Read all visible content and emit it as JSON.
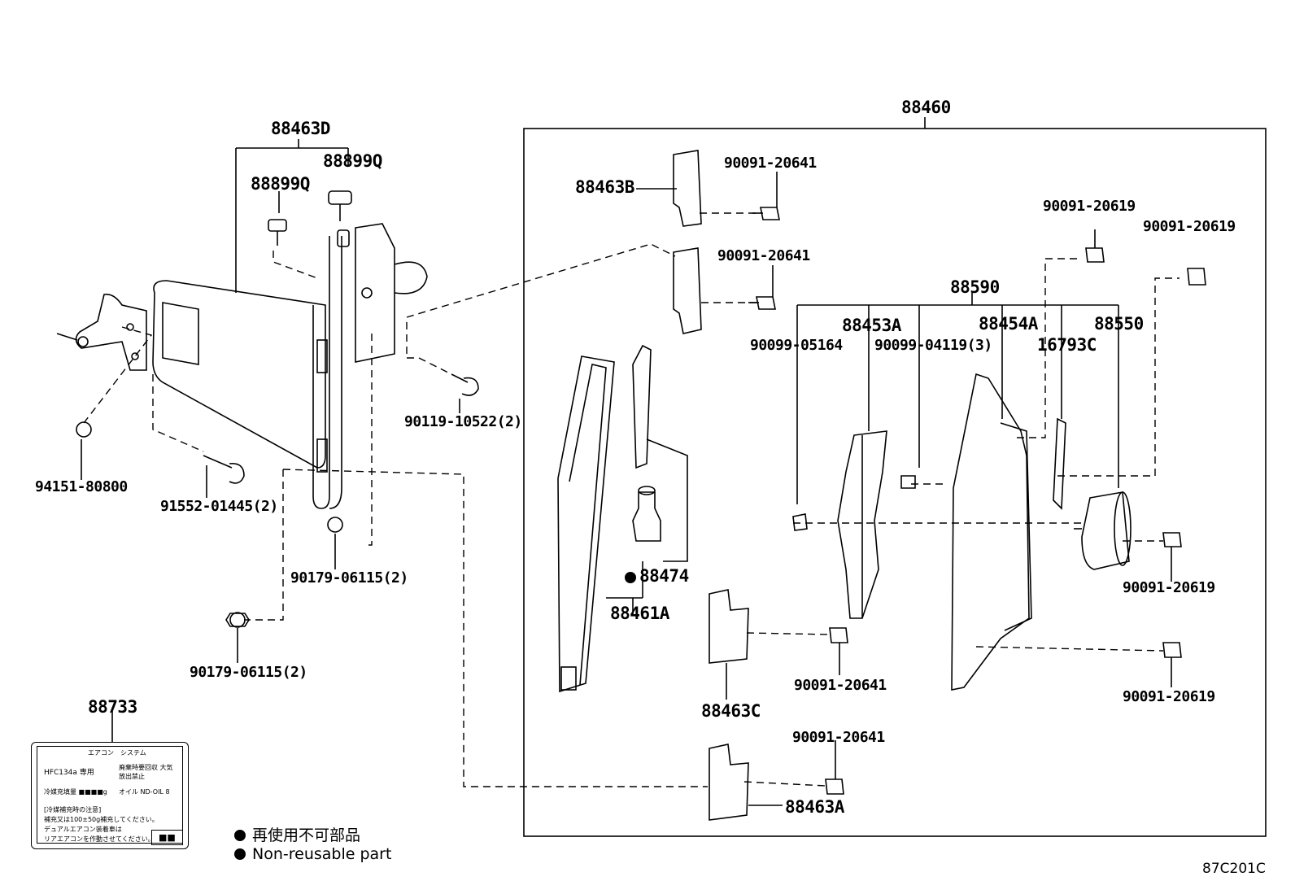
{
  "diagram_title_code": "87C201C",
  "labels": {
    "p88460": "88460",
    "p88463D": "88463D",
    "p88899Q_a": "88899Q",
    "p88899Q_b": "88899Q",
    "p88463B": "88463B",
    "p90091_20641_a": "90091-20641",
    "p90091_20641_b": "90091-20641",
    "p90091_20619_a": "90091-20619",
    "p90091_20619_b": "90091-20619",
    "p88590": "88590",
    "p88453A": "88453A",
    "p88454A": "88454A",
    "p88550": "88550",
    "p90099_05164": "90099-05164",
    "p90099_04119": "90099-04119(3)",
    "p16793C": "16793C",
    "p90119_10522": "90119-10522(2)",
    "p94151_80800": "94151-80800",
    "p91552_01445": "91552-01445(2)",
    "p90179_06115_a": "90179-06115(2)",
    "p90179_06115_b": "90179-06115(2)",
    "p88474": "88474",
    "p88461A": "88461A",
    "p90091_20619_c": "90091-20619",
    "p90091_20641_c": "90091-20641",
    "p90091_20619_d": "90091-20619",
    "p88463C": "88463C",
    "p90091_20641_d": "90091-20641",
    "p88463A": "88463A",
    "p88733": "88733"
  },
  "legend": {
    "jp": "再使用不可部品",
    "en": "Non-reusable part"
  },
  "ac_label": {
    "title": "エアコン　システム",
    "refrigerant": "HFC134a 専用",
    "recovery": "廃棄時要回収 大気放出禁止",
    "charge": "冷媒充填量 ■■■■g",
    "oil": "オイル ND-OIL 8",
    "note_title": "[冷媒補充時の注意]",
    "note1": "補充又は100±50g補充してください。",
    "note2": "デュアルエアコン装着車は",
    "note3": "リアエアコンを作動させてください。",
    "badge": "■■"
  }
}
